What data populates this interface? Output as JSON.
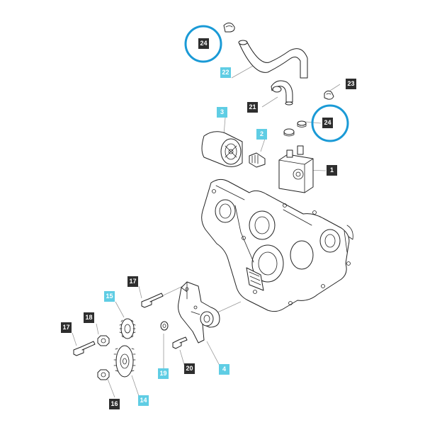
{
  "diagram": {
    "accent_color": "#1a9ad6",
    "label_dark_color": "#2e2e2e",
    "label_cyan_color": "#5fcde4"
  },
  "callouts": {
    "c24_top": "24",
    "c22": "22",
    "c23": "23",
    "c21": "21",
    "c24_right": "24",
    "c3": "3",
    "c2": "2",
    "c1": "1",
    "c17_a": "17",
    "c15": "15",
    "c18": "18",
    "c17_b": "17",
    "c19": "19",
    "c20": "20",
    "c4": "4",
    "c16": "16",
    "c14": "14"
  }
}
